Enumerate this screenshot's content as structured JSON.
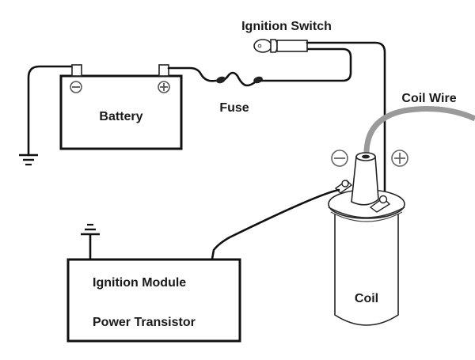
{
  "diagram": {
    "title": "Ignition System Wiring",
    "components": {
      "battery": {
        "label": "Battery",
        "neg_symbol": "⊖",
        "pos_symbol": "⊕"
      },
      "fuse": {
        "label": "Fuse"
      },
      "ignition_switch": {
        "label": "Ignition Switch"
      },
      "coil_wire": {
        "label": "Coil Wire"
      },
      "coil": {
        "label": "Coil",
        "neg_symbol": "⊖",
        "pos_symbol": "⊕"
      },
      "ignition_module": {
        "line1": "Ignition Module",
        "line2": "Power Transistor"
      }
    },
    "connections": [
      {
        "from": "battery-negative",
        "to": "ground"
      },
      {
        "from": "battery-positive",
        "to": "fuse"
      },
      {
        "from": "fuse",
        "to": "ignition-switch"
      },
      {
        "from": "ignition-switch",
        "to": "coil-positive"
      },
      {
        "from": "coil-negative",
        "to": "ignition-module"
      },
      {
        "from": "ignition-module",
        "to": "ground"
      },
      {
        "from": "coil-tower",
        "to": "coil-wire"
      }
    ],
    "colors": {
      "line": "#111111",
      "coil_wire": "#9a9a9a",
      "background": "#ffffff"
    }
  }
}
